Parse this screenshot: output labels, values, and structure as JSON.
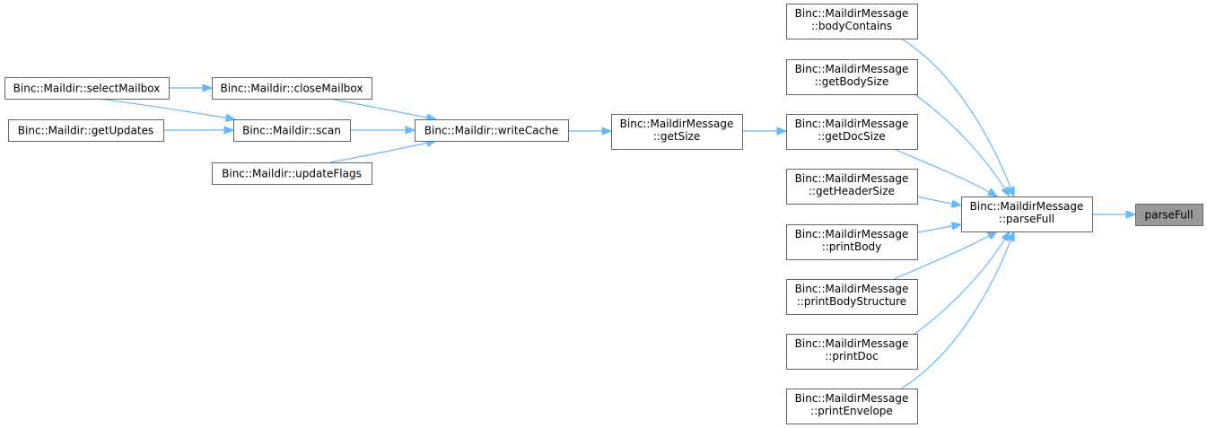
{
  "graph": {
    "nodes": {
      "parseFull": {
        "lines": [
          "parseFull"
        ],
        "current": true
      },
      "mmParseFull": {
        "lines": [
          "Binc::MaildirMessage",
          "::parseFull"
        ]
      },
      "bodyContains": {
        "lines": [
          "Binc::MaildirMessage",
          "::bodyContains"
        ]
      },
      "getBodySize": {
        "lines": [
          "Binc::MaildirMessage",
          "::getBodySize"
        ]
      },
      "getDocSize": {
        "lines": [
          "Binc::MaildirMessage",
          "::getDocSize"
        ]
      },
      "getHeaderSize": {
        "lines": [
          "Binc::MaildirMessage",
          "::getHeaderSize"
        ]
      },
      "printBody": {
        "lines": [
          "Binc::MaildirMessage",
          "::printBody"
        ]
      },
      "printBodyStructure": {
        "lines": [
          "Binc::MaildirMessage",
          "::printBodyStructure"
        ]
      },
      "printDoc": {
        "lines": [
          "Binc::MaildirMessage",
          "::printDoc"
        ]
      },
      "printEnvelope": {
        "lines": [
          "Binc::MaildirMessage",
          "::printEnvelope"
        ]
      },
      "getSize": {
        "lines": [
          "Binc::MaildirMessage",
          "::getSize"
        ]
      },
      "writeCache": {
        "lines": [
          "Binc::Maildir::writeCache"
        ]
      },
      "closeMailbox": {
        "lines": [
          "Binc::Maildir::closeMailbox"
        ]
      },
      "scan": {
        "lines": [
          "Binc::Maildir::scan"
        ]
      },
      "updateFlags": {
        "lines": [
          "Binc::Maildir::updateFlags"
        ]
      },
      "selectMailbox": {
        "lines": [
          "Binc::Maildir::selectMailbox"
        ]
      },
      "getUpdates": {
        "lines": [
          "Binc::Maildir::getUpdates"
        ]
      }
    },
    "edges": [
      {
        "from": "mmParseFull",
        "to": "parseFull"
      },
      {
        "from": "bodyContains",
        "to": "mmParseFull"
      },
      {
        "from": "getBodySize",
        "to": "mmParseFull"
      },
      {
        "from": "getDocSize",
        "to": "mmParseFull"
      },
      {
        "from": "getHeaderSize",
        "to": "mmParseFull"
      },
      {
        "from": "printBody",
        "to": "mmParseFull"
      },
      {
        "from": "printBodyStructure",
        "to": "mmParseFull"
      },
      {
        "from": "printDoc",
        "to": "mmParseFull"
      },
      {
        "from": "printEnvelope",
        "to": "mmParseFull"
      },
      {
        "from": "getSize",
        "to": "getDocSize"
      },
      {
        "from": "writeCache",
        "to": "getSize"
      },
      {
        "from": "closeMailbox",
        "to": "writeCache"
      },
      {
        "from": "scan",
        "to": "writeCache"
      },
      {
        "from": "updateFlags",
        "to": "writeCache"
      },
      {
        "from": "selectMailbox",
        "to": "closeMailbox"
      },
      {
        "from": "selectMailbox",
        "to": "scan"
      },
      {
        "from": "getUpdates",
        "to": "scan"
      }
    ]
  }
}
